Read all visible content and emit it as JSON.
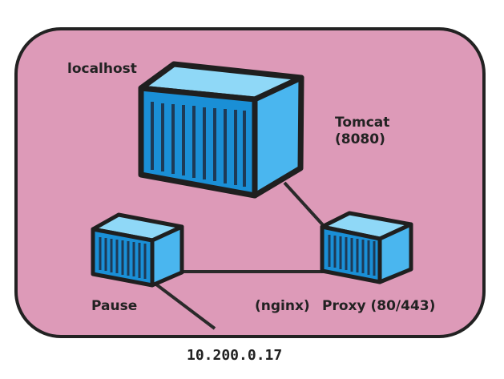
{
  "colors": {
    "pod_fill": "#dd9ab8",
    "pod_border": "#222222",
    "container_front": "#1a8fd6",
    "container_top": "#8fd8f7",
    "container_side": "#4ab6ef",
    "container_stripes": "#1e3a56",
    "outline": "#1f1f1f",
    "link": "#2a2a2a"
  },
  "diagram": {
    "host_label": "localhost",
    "tomcat": {
      "name": "Tomcat",
      "port": "(8080)"
    },
    "pause": {
      "name": "Pause"
    },
    "proxy": {
      "engine": "(nginx)",
      "name": "Proxy (80/443)"
    },
    "ip_address": "10.200.0.17"
  }
}
